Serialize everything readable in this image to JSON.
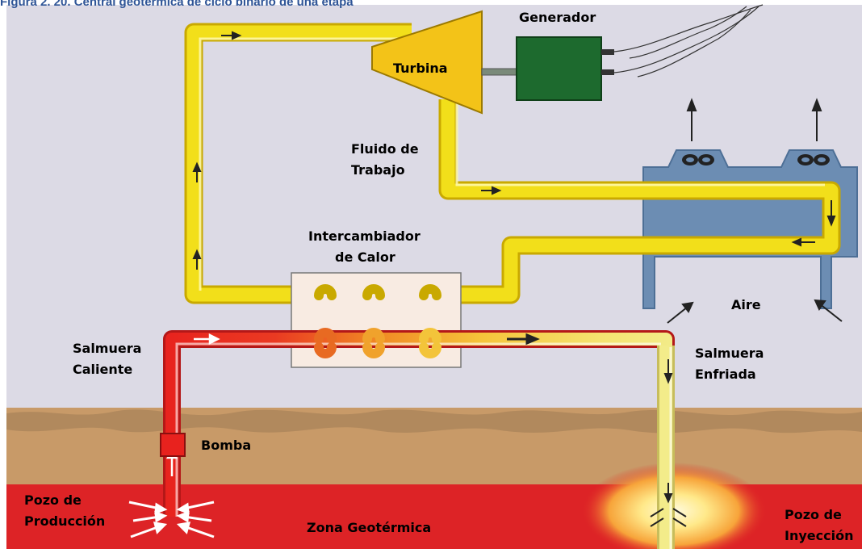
{
  "figure": {
    "caption": "Figura 2. 20. Central geotérmica de ciclo binario de una etapa"
  },
  "labels": {
    "generator": "Generador",
    "turbine": "Turbina",
    "working_fluid": [
      "Fluido de",
      "Trabajo"
    ],
    "heat_exchanger": [
      "Intercambiador",
      "de Calor"
    ],
    "air": "Aire",
    "hot_brine": [
      "Salmuera",
      "Caliente"
    ],
    "cooled_brine": [
      "Salmuera",
      "Enfriada"
    ],
    "pump": "Bomba",
    "production_well": [
      "Pozo de",
      "Producción"
    ],
    "geothermal_zone": "Zona Geotérmica",
    "injection_well": [
      "Pozo de",
      "Inyección"
    ]
  },
  "colors": {
    "sky": "#dcdae5",
    "working_fluid": "#f2df1a",
    "working_fluid_dark": "#d8b800",
    "hot_brine": "#e8251f",
    "cooled_brine": "#f3ec8a",
    "turbine": "#f3c318",
    "generator": "#1d6a2e",
    "condenser": "#6c8db3",
    "heat_exchanger": "#f8ebe2",
    "soil": "#c89a68",
    "geothermal_zone": "#dd2326"
  }
}
